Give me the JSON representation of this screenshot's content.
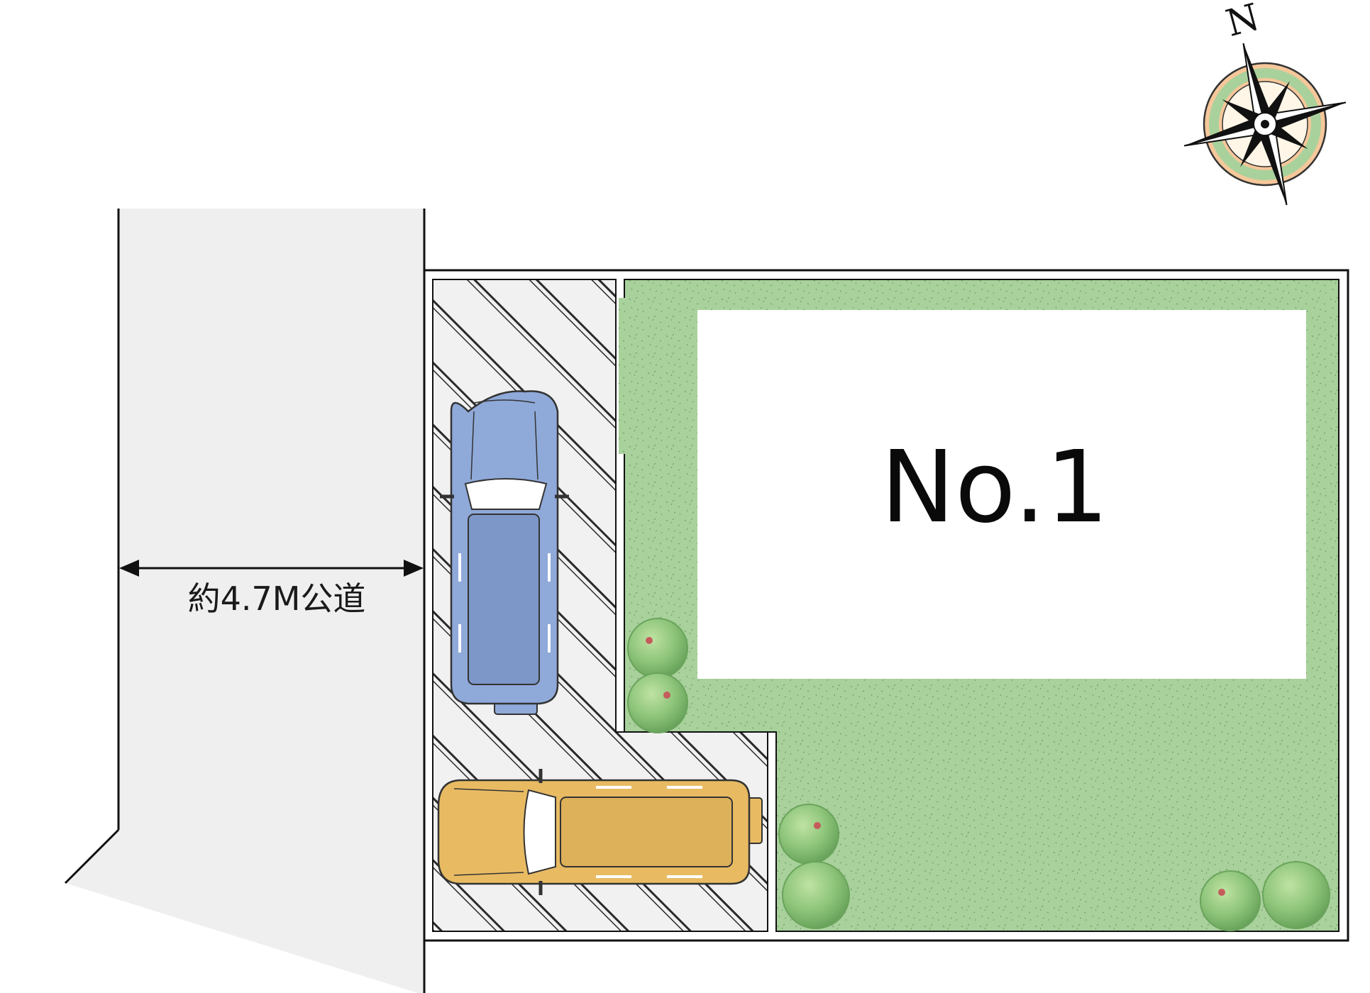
{
  "road": {
    "label": "約4.7M公道"
  },
  "lot": {
    "label": "No.1"
  },
  "compass": {
    "north_label": "N"
  },
  "colors": {
    "road_fill": "#efefef",
    "lawn": "#a9d19c",
    "building": "#ffffff",
    "car_blue": "#8fa9d9",
    "car_yellow": "#e8bb63",
    "outline": "#222222",
    "compass_orange": "#f5c79a",
    "compass_green": "#a9d19c"
  },
  "icons": [
    "compass-rose-icon",
    "car-icon",
    "shrub-icon",
    "dimension-arrow-icon"
  ]
}
